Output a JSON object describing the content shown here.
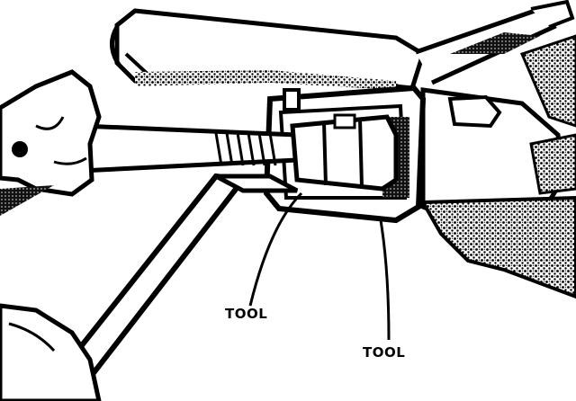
{
  "figure": {
    "callouts": [
      {
        "id": "tool-left",
        "label": "TOOL"
      },
      {
        "id": "tool-right",
        "label": "TOOL"
      }
    ]
  },
  "colors": {
    "ink": "#000000",
    "paper": "#ffffff",
    "shade": "#3a3a3a"
  }
}
